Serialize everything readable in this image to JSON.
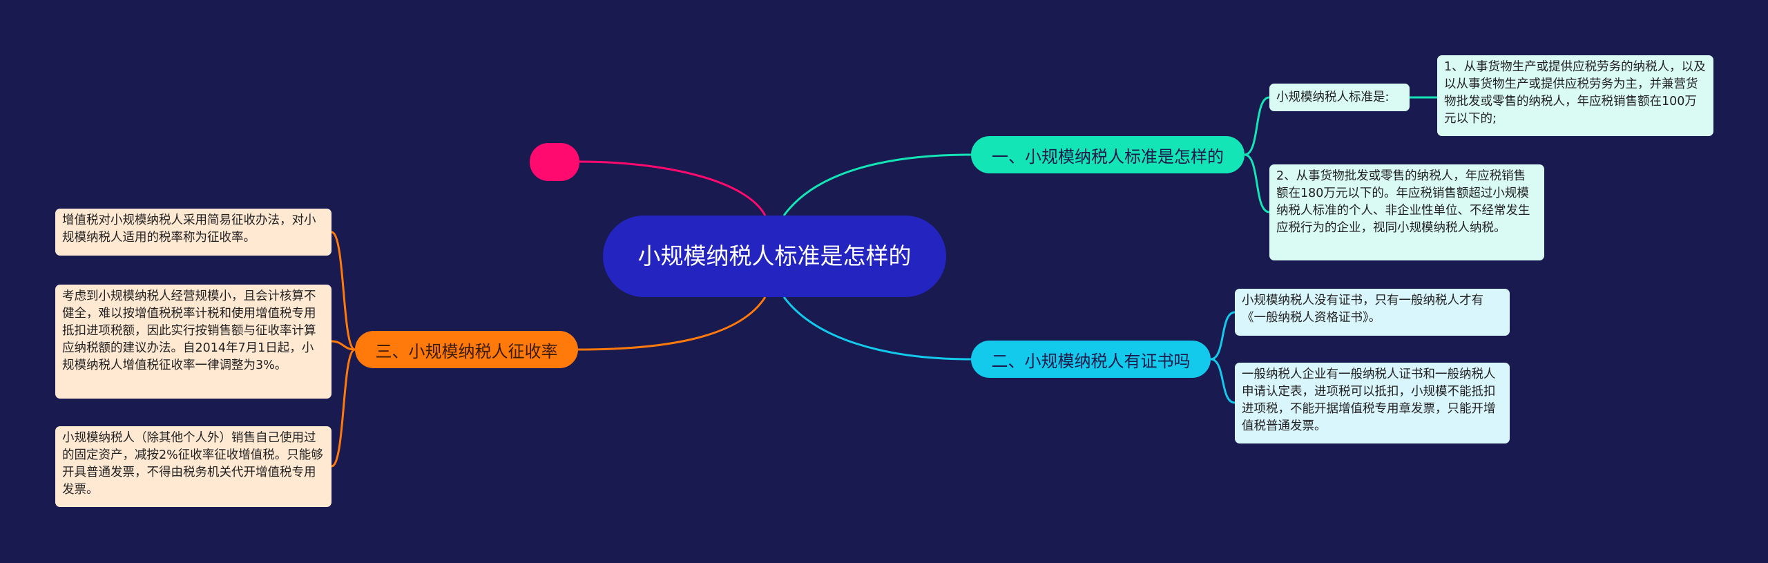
{
  "colors": {
    "background": "#191a4f",
    "root": "#2424c0",
    "branch_1": "#13e5b6",
    "branch_2": "#13c9ec",
    "branch_3": "#ff7a0b",
    "floating_topic": "#ff0a6f",
    "leaf_1": "#d9fbf3",
    "leaf_2": "#d9f6fd",
    "leaf_3": "#ffe9d2"
  },
  "root": {
    "title": "小规模纳税人标准是怎样的"
  },
  "branches": [
    {
      "label": "一、小规模纳税人标准是怎样的",
      "children": [
        "小规模纳税人标准是:",
        "1、从事货物生产或提供应税劳务的纳税人，以及以从事货物生产或提供应税劳务为主，并兼营货物批发或零售的纳税人，年应税销售额在100万元以下的;",
        "2、从事货物批发或零售的纳税人，年应税销售额在180万元以下的。年应税销售额超过小规模纳税人标准的个人、非企业性单位、不经常发生应税行为的企业，视同小规模纳税人纳税。"
      ]
    },
    {
      "label": "二、小规模纳税人有证书吗",
      "children": [
        "小规模纳税人没有证书，只有一般纳税人才有《一般纳税人资格证书》。",
        "一般纳税人企业有一般纳税人证书和一般纳税人申请认定表，进项税可以抵扣，小规模不能抵扣进项税，不能开据增值税专用章发票，只能开增值税普通发票。"
      ]
    },
    {
      "label": "三、小规模纳税人征收率",
      "children": [
        "增值税对小规模纳税人采用简易征收办法，对小规模纳税人适用的税率称为征收率。",
        "考虑到小规模纳税人经营规模小，且会计核算不健全，难以按增值税税率计税和使用增值税专用抵扣进项税额，因此实行按销售额与征收率计算应纳税额的建议办法。自2014年7月1日起，小规模纳税人增值税征收率一律调整为3%。",
        "小规模纳税人（除其他个人外）销售自己使用过的固定资产，减按2%征收率征收增值税。只能够开具普通发票，不得由税务机关代开增值税专用发票。"
      ]
    }
  ]
}
